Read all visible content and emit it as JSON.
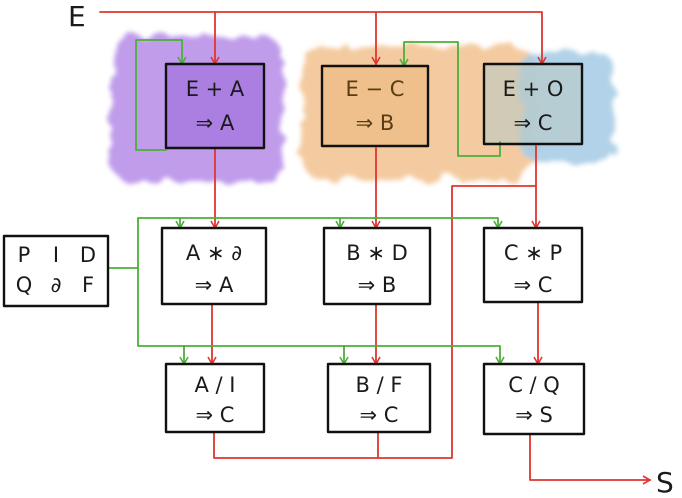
{
  "input_label": "E",
  "output_label": "S",
  "palette": {
    "wire_data": "#e0352f",
    "wire_const": "#4caf3a",
    "wash_purple": "#b58be8",
    "wash_orange": "#f2c28f",
    "wash_blue": "#a9cde6",
    "fill_purple": "#a97ce0",
    "fill_orange": "#eebf8a",
    "ink": "#1a1a1a"
  },
  "constants": {
    "row1": [
      "P",
      "I",
      "D"
    ],
    "row2": [
      "Q",
      "∂",
      "F"
    ]
  },
  "boxes": {
    "e_plus_a": {
      "op": "E + A",
      "result": "⇒ A"
    },
    "e_minus_c": {
      "op": "E − C",
      "result": "⇒ B"
    },
    "e_plus_o": {
      "op": "E + O",
      "result": "⇒ C"
    },
    "a_times_d": {
      "op": "A ∗ ∂",
      "result": "⇒ A"
    },
    "b_times_d": {
      "op": "B ∗ D",
      "result": "⇒ B"
    },
    "c_times_p": {
      "op": "C ∗ P",
      "result": "⇒ C"
    },
    "a_div_i": {
      "op": "A / I",
      "result": "⇒ C"
    },
    "b_div_f": {
      "op": "B / F",
      "result": "⇒ C"
    },
    "c_div_q": {
      "op": "C / Q",
      "result": "⇒ S"
    }
  }
}
